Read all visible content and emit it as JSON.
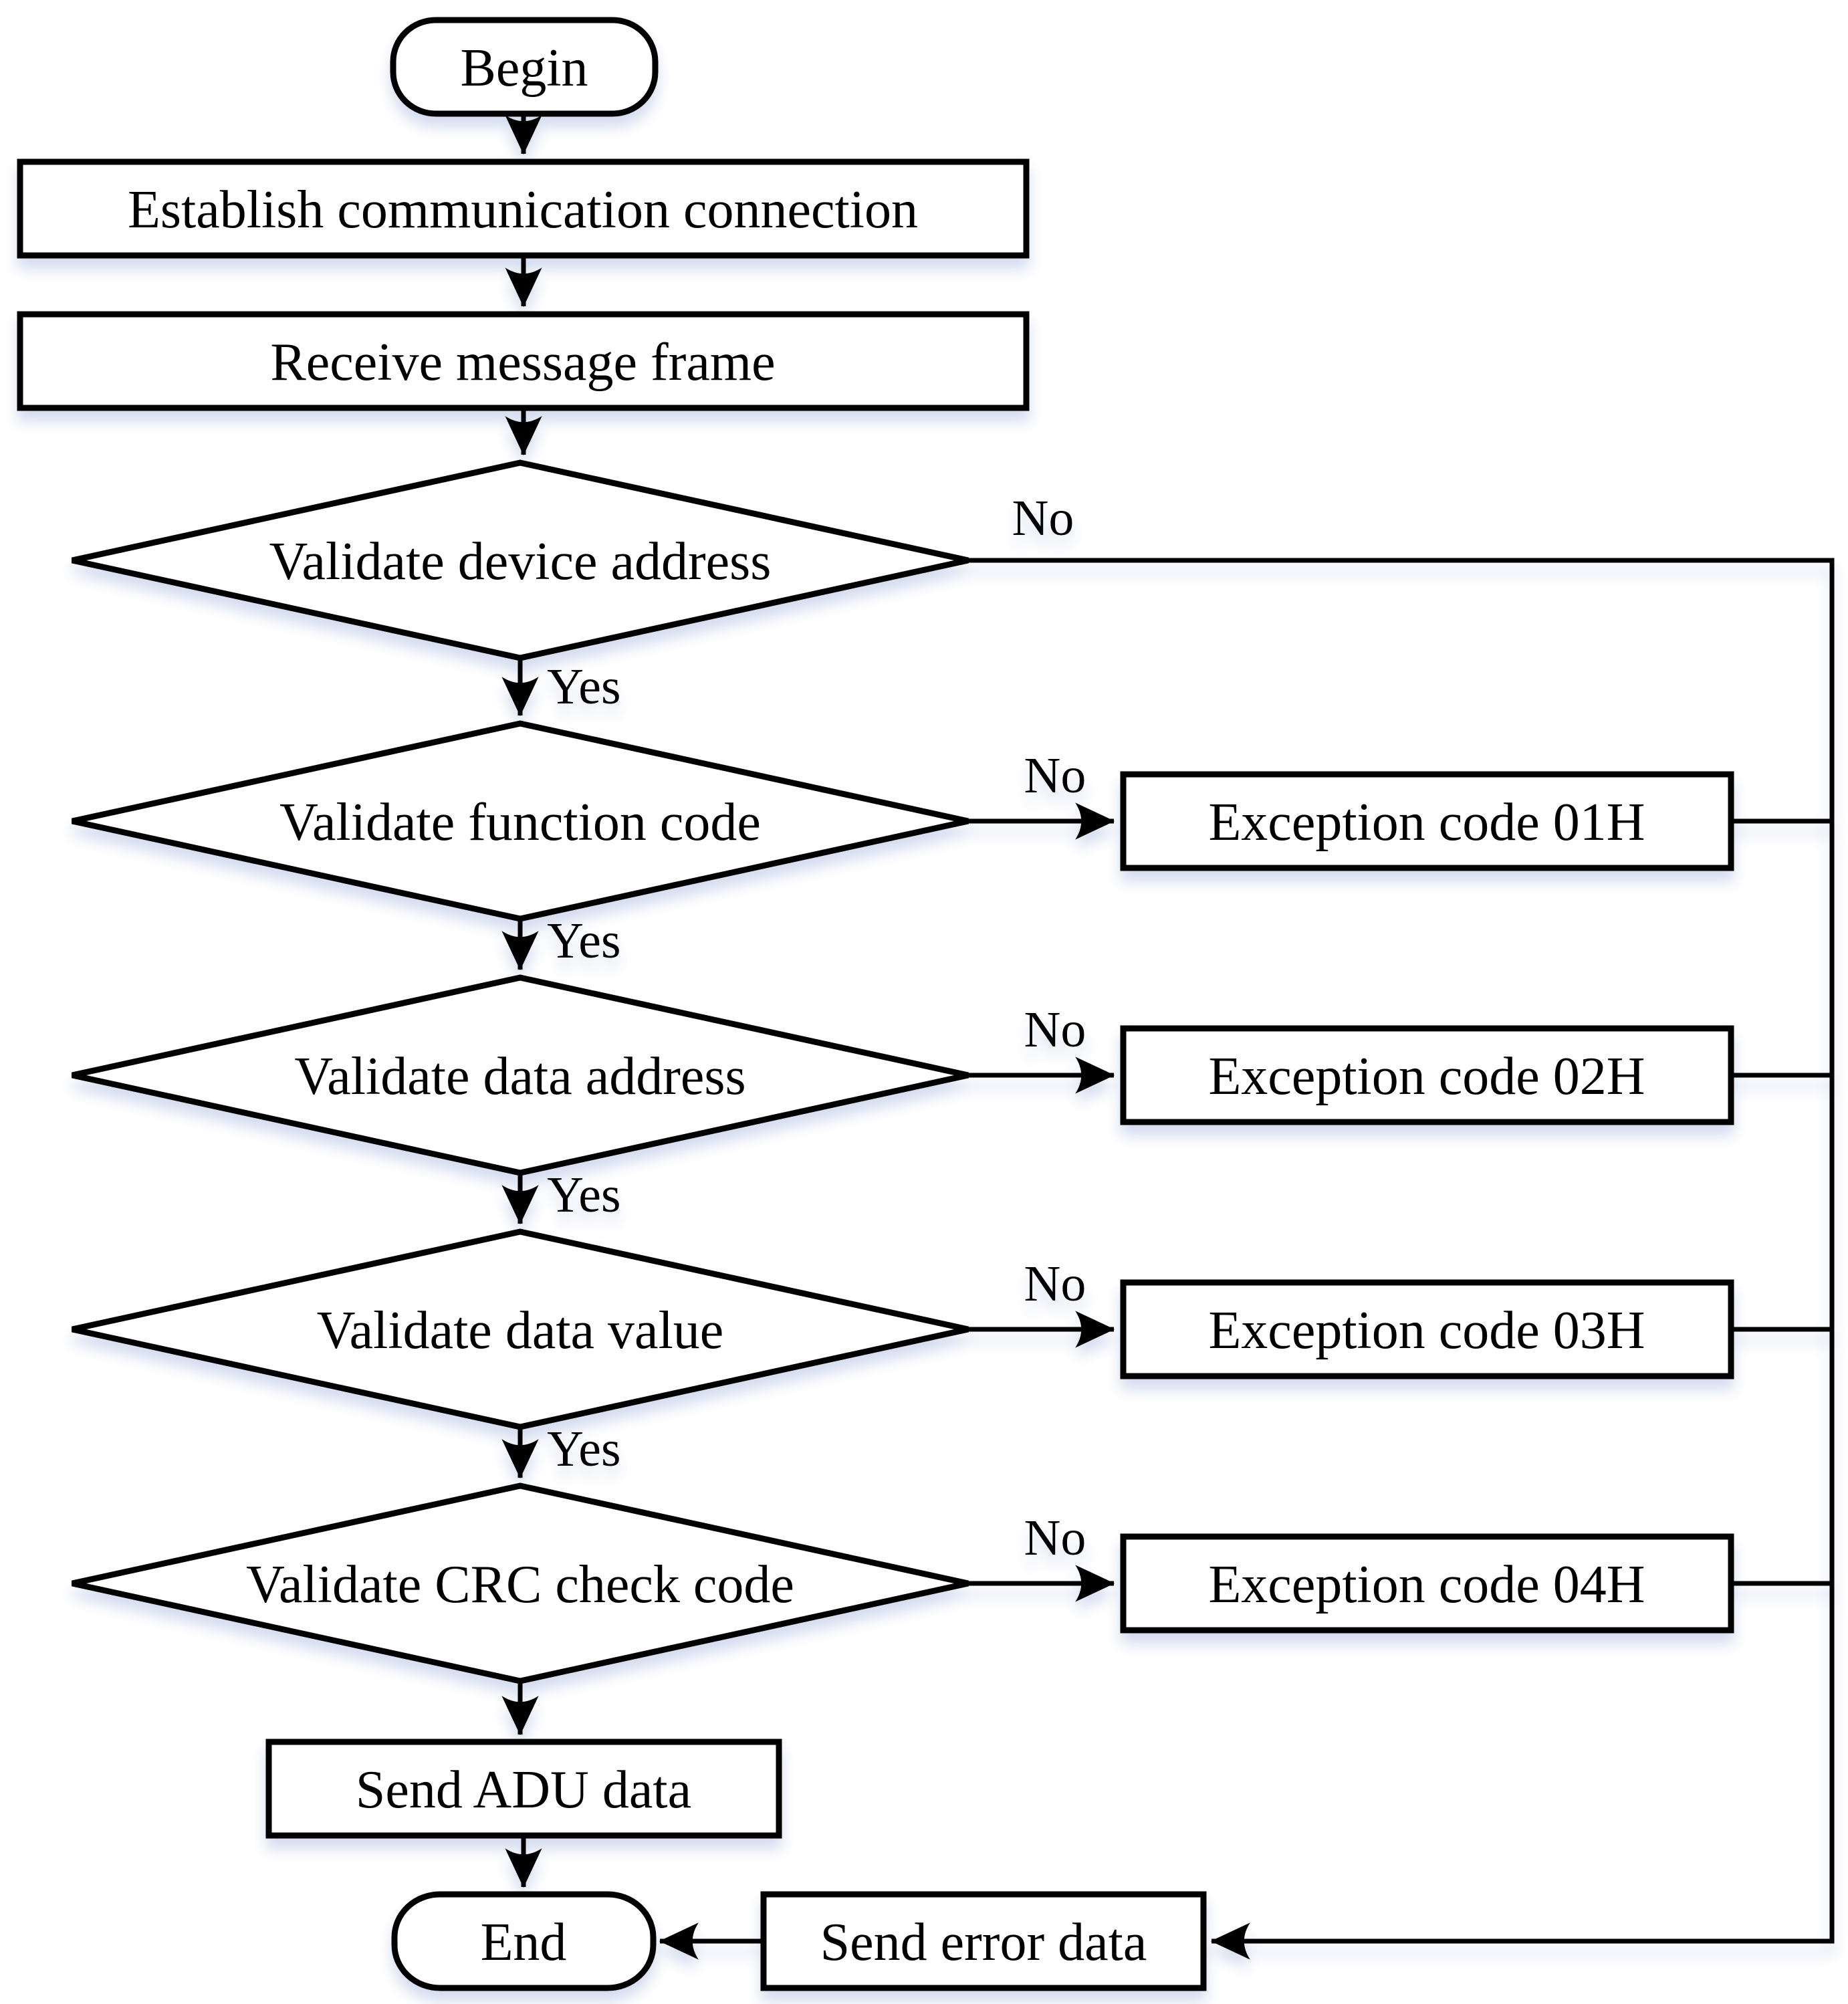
{
  "figure": {
    "type": "flowchart",
    "background": "#ffffff",
    "stroke_color": "#000000",
    "shape_fill": "#ffffff",
    "shadow_color": "#b7c5e4",
    "nodes": {
      "begin": {
        "label": "Begin",
        "shape": "terminator"
      },
      "establish": {
        "label": "Establish communication connection",
        "shape": "process"
      },
      "receive": {
        "label": "Receive message frame",
        "shape": "process"
      },
      "validate_device_address": {
        "label": "Validate device address",
        "shape": "decision"
      },
      "validate_function_code": {
        "label": "Validate function code",
        "shape": "decision"
      },
      "validate_data_address": {
        "label": "Validate data address",
        "shape": "decision"
      },
      "validate_data_value": {
        "label": "Validate data value",
        "shape": "decision"
      },
      "validate_crc_check_code": {
        "label": "Validate CRC check code",
        "shape": "decision"
      },
      "exception_01h": {
        "label": "Exception code 01H",
        "shape": "process"
      },
      "exception_02h": {
        "label": "Exception code 02H",
        "shape": "process"
      },
      "exception_03h": {
        "label": "Exception code 03H",
        "shape": "process"
      },
      "exception_04h": {
        "label": "Exception code 04H",
        "shape": "process"
      },
      "send_adu_data": {
        "label": "Send ADU data",
        "shape": "process"
      },
      "end": {
        "label": "End",
        "shape": "terminator"
      },
      "send_error_data": {
        "label": "Send error data",
        "shape": "process"
      }
    },
    "edge_labels": {
      "yes": "Yes",
      "no": "No"
    }
  }
}
